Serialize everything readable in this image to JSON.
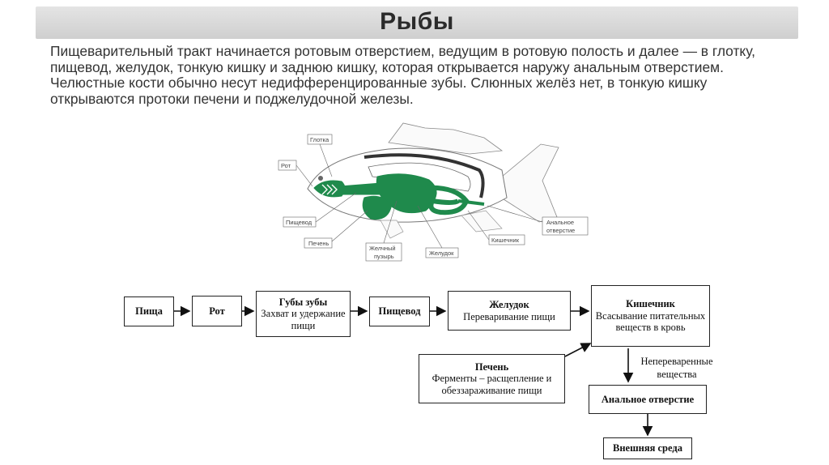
{
  "title": "Рыбы",
  "intro_text": "Пищеварительный тракт начинается ротовым отверстием, ведущим в ротовую полость и далее — в глотку, пищевод, желудок, тонкую кишку и заднюю кишку, которая открывается наружу анальным отверстием. Челюстные кости обычно несут недифференцированные зубы. Слюнных желёз нет, в тонкую кишку открываются протоки печени и поджелудочной железы.",
  "fish_labels": {
    "pharynx": "Глотка",
    "mouth": "Рот",
    "esophagus": "Пищевод",
    "liver": "Печень",
    "swim_bladder_1": "Желчный",
    "swim_bladder_2": "пузырь",
    "stomach": "Желудок",
    "intestine": "Кишечник",
    "anus_1": "Анальное",
    "anus_2": "отверстие"
  },
  "flow": {
    "food": "Пища",
    "mouth": "Рот",
    "lips_title": "Губы зубы",
    "lips_desc": "Захват и удержание пищи",
    "esophagus": "Пищевод",
    "stomach_title": "Желудок",
    "stomach_desc": "Переваривание пищи",
    "intestine_title": "Кишечник",
    "intestine_desc": "Всасывание питательных веществ в кровь",
    "liver_title": "Печень",
    "liver_desc": "Ферменты – расщепление и обеззараживание пищи",
    "undigested": "Непереваренные вещества",
    "anus": "Анальное отверстие",
    "environment": "Внешняя среда"
  },
  "colors": {
    "digestive_tract": "#1f8a4c",
    "title_bar": "#d6d6d6"
  }
}
